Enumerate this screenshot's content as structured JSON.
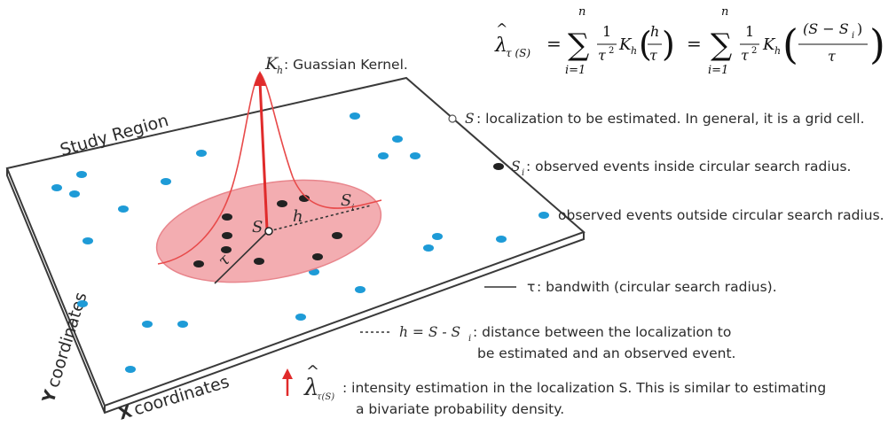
{
  "region_label": "Study Region",
  "x_axis": {
    "letter": "X",
    "label": "coordinates"
  },
  "y_axis": {
    "letter": "Y",
    "label": "coordinates"
  },
  "kernel": {
    "symbol": "K",
    "sub": "h",
    "text": ": Guassian Kernel."
  },
  "points": {
    "s": "S",
    "si": "S",
    "si_sub": "i",
    "h": "h",
    "tau": "τ"
  },
  "formula": {
    "lhs_lambda": "λ",
    "lhs_hat": "^",
    "lhs_sub": "τ (S)",
    "eq": "=",
    "sigma": "∑",
    "sum_top": "n",
    "sum_bottom": "i=1",
    "one": "1",
    "tau2": "τ",
    "sq": "2",
    "K": "K",
    "h": "h",
    "tau": "τ",
    "num2": "(S − S",
    "num2_sub": "i",
    "num2_close": ")"
  },
  "legend": [
    {
      "symbol": "S",
      "text": ": localization to be estimated. In general, it is a grid cell."
    },
    {
      "symbol": "S",
      "sub": "i",
      "text": ": observed events inside circular search radius."
    },
    {
      "text": "observed events outside circular search radius."
    },
    {
      "symbol": "τ",
      "text": ": bandwith (circular search radius)."
    },
    {
      "symbol": "h = S - S",
      "sub": "i",
      "text": ": distance between the localization to",
      "text2": "be estimated and an observed event."
    },
    {
      "lambda": "λ",
      "hat": "^",
      "sub": "τ(S)",
      "text": ": intensity estimation in the localization S. This is similar to estimating",
      "text2": "a bivariate probability density."
    }
  ],
  "colors": {
    "outside_event": "#1e9bd7",
    "inside_event": "#222222",
    "ellipse_fill": "#f3a9ad",
    "ellipse_stroke": "#e77f86",
    "kernel_curve": "#e84a4a",
    "arrow": "#e02b2b",
    "plane_stroke": "#3a3a3a"
  }
}
